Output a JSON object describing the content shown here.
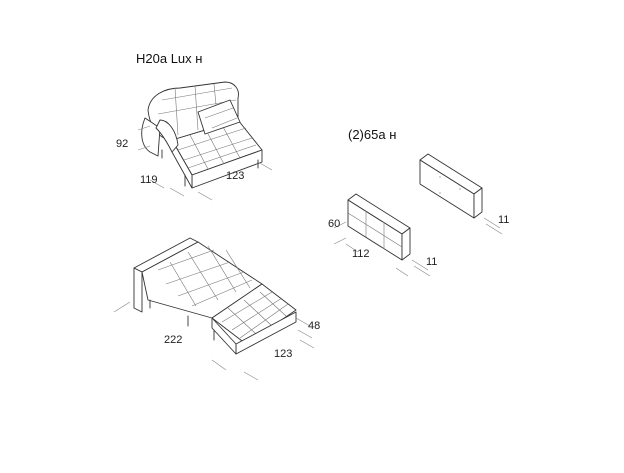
{
  "titles": {
    "top_left": "H20a Lux н",
    "top_right": "(2)65a н"
  },
  "dimensions": {
    "sofa_height": "92",
    "sofa_depth": "119",
    "sofa_width": "123",
    "cushion_height": "60",
    "cushion_width": "112",
    "cushion_depth_front": "11",
    "cushion_depth_back": "11",
    "bed_length": "222",
    "bed_width": "123",
    "bed_height": "48"
  }
}
